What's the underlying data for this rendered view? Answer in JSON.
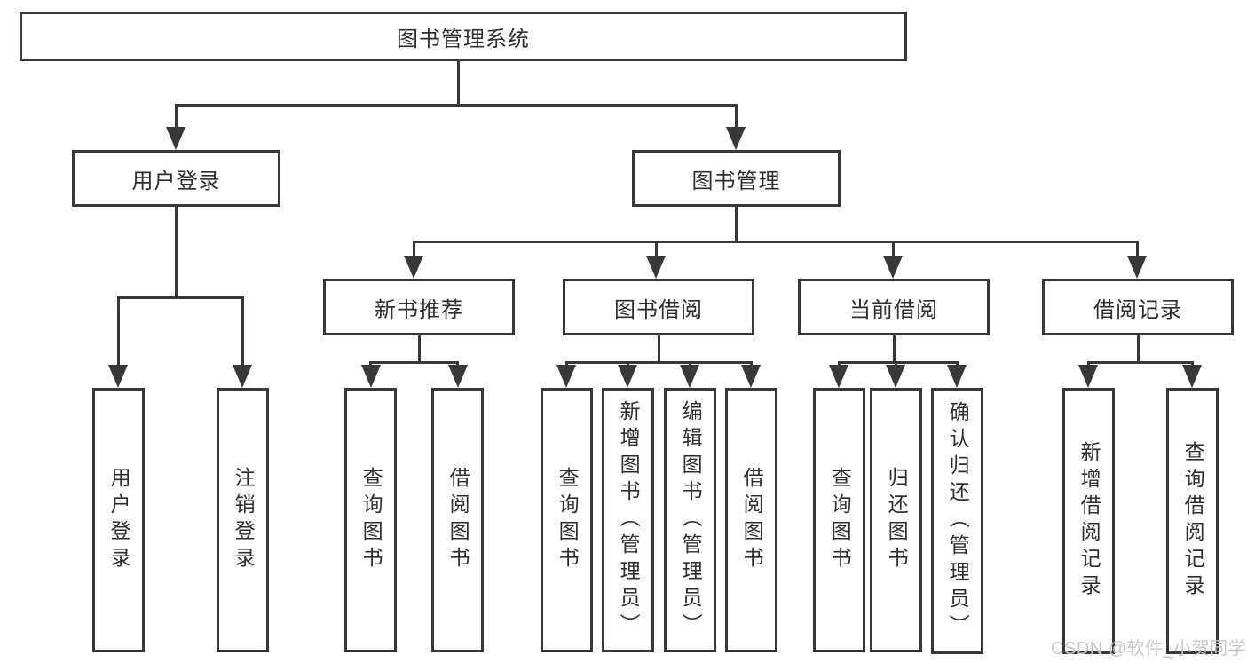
{
  "colors": {
    "line": "#383838",
    "text": "#2e2e2e",
    "background": "#ffffff",
    "watermark": "#c5c8cb"
  },
  "watermark": {
    "text": "CSDN @软件_小贺同学"
  },
  "tree": {
    "root": {
      "label": "图书管理系统"
    },
    "branches": [
      {
        "label": "用户登录",
        "children": [
          {
            "label": "用户登录"
          },
          {
            "label": "注销登录"
          }
        ]
      },
      {
        "label": "图书管理",
        "children": [
          {
            "label": "新书推荐",
            "children": [
              {
                "label": "查询图书"
              },
              {
                "label": "借阅图书"
              }
            ]
          },
          {
            "label": "图书借阅",
            "children": [
              {
                "label": "查询图书"
              },
              {
                "label": "新增图书（管理员）"
              },
              {
                "label": "编辑图书（管理员）"
              },
              {
                "label": "借阅图书"
              }
            ]
          },
          {
            "label": "当前借阅",
            "children": [
              {
                "label": "查询图书"
              },
              {
                "label": "归还图书"
              },
              {
                "label": "确认归还（管理员）"
              }
            ]
          },
          {
            "label": "借阅记录",
            "children": [
              {
                "label": "新增借阅记录"
              },
              {
                "label": "查询借阅记录"
              }
            ]
          }
        ]
      }
    ]
  }
}
